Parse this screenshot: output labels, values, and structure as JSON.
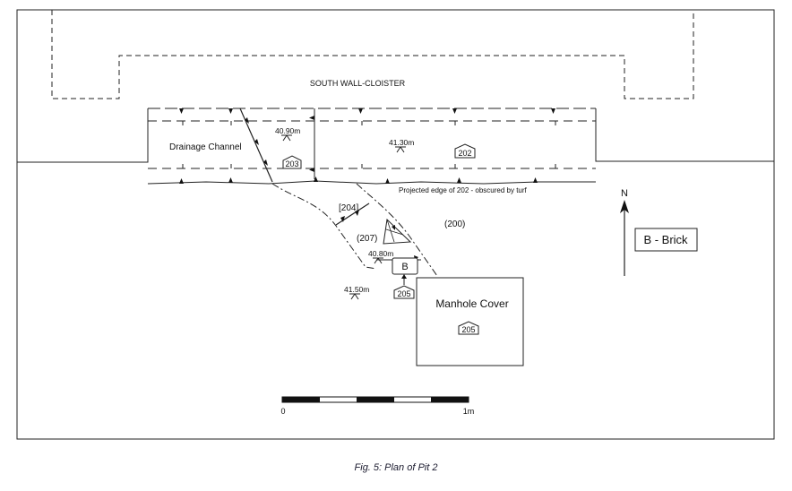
{
  "labels": {
    "south_wall": "SOUTH WALL-CLOISTER",
    "drainage_channel": "Drainage Channel",
    "projected_edge": "Projected edge of 202 - obscured by turf",
    "manhole_cover": "Manhole Cover"
  },
  "contexts": {
    "c203": "203",
    "c202": "202",
    "c204": "[204]",
    "c200": "(200)",
    "c207": "(207)",
    "c205_small": "205",
    "c205_manhole": "205",
    "brick_marker": "B"
  },
  "levels": {
    "l1": "40.90m",
    "l2": "41.30m",
    "l3": "40.80m",
    "l4": "41.50m"
  },
  "legend": {
    "north": "N",
    "key": "B - Brick"
  },
  "scale_bar": {
    "start": "0",
    "end": "1m"
  },
  "caption": "Fig. 5: Plan of Pit 2"
}
